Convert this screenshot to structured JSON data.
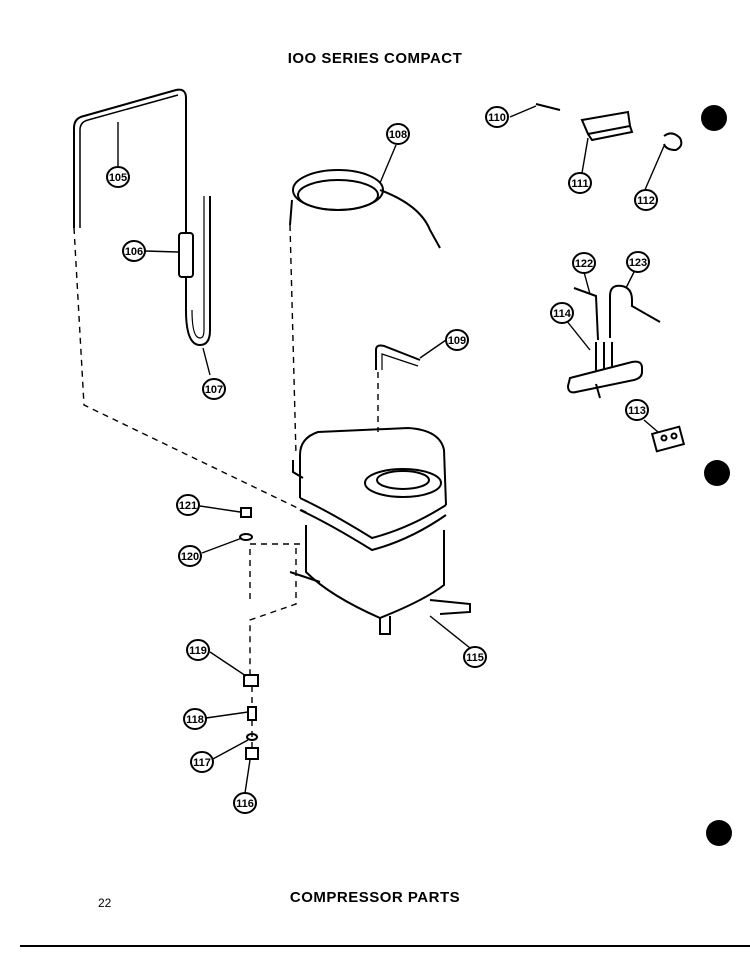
{
  "header": {
    "title": "IOO SERIES COMPACT"
  },
  "footer": {
    "page_number": "22",
    "caption": "COMPRESSOR PARTS"
  },
  "callouts": {
    "c105": "105",
    "c106": "106",
    "c107": "107",
    "c108": "108",
    "c109": "109",
    "c110": "110",
    "c111": "111",
    "c112": "112",
    "c113": "113",
    "c114": "114",
    "c115": "115",
    "c116": "116",
    "c117": "117",
    "c118": "118",
    "c119": "119",
    "c120": "120",
    "c121": "121",
    "c122": "122",
    "c123": "123"
  }
}
